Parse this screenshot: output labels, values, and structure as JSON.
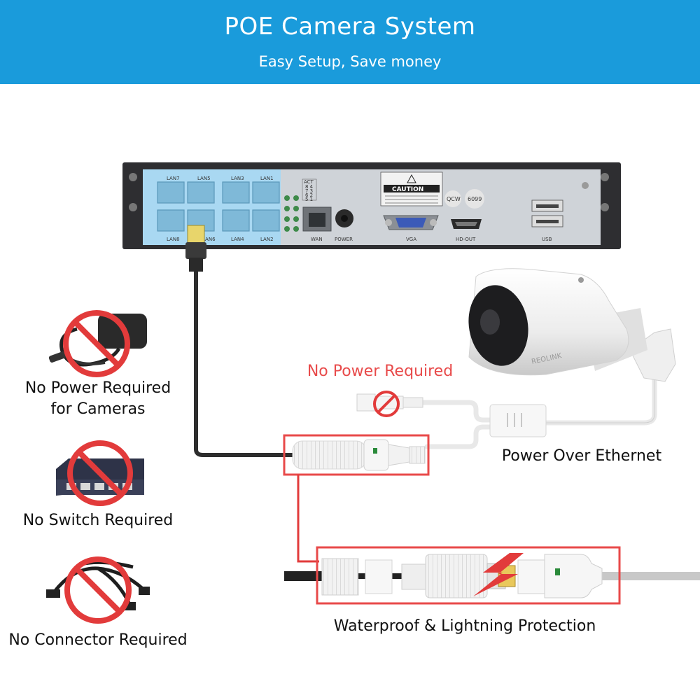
{
  "header": {
    "title": "POE Camera System",
    "subtitle": "Easy Setup, Save money"
  },
  "nvr": {
    "lan_top": [
      "LAN7",
      "LAN5",
      "LAN3",
      "LAN1"
    ],
    "lan_bottom": [
      "LAN8",
      "LAN6",
      "LAN4",
      "LAN2"
    ],
    "act_label": "ACT",
    "act_rows": [
      "8 4",
      "7 3",
      "6 2",
      "5 1"
    ],
    "wan_label": "WAN",
    "power_label": "POWER",
    "vga_label": "VGA",
    "hdout_label": "HD-OUT",
    "usb_label": "USB",
    "caution_label": "CAUTION",
    "badge_left": "QCW",
    "badge_right": "6099"
  },
  "camera": {
    "brand": "REOLINK"
  },
  "left_items": [
    {
      "label": "No Power Required\nfor Cameras",
      "icon": "power-adapter-icon"
    },
    {
      "label": "No Switch Required",
      "icon": "network-switch-icon"
    },
    {
      "label": "No Connector Required",
      "icon": "splitter-cable-icon"
    }
  ],
  "callouts": {
    "no_power": "No Power Required",
    "poe": "Power Over Ethernet",
    "waterproof": "Waterproof & Lightning Protection"
  },
  "colors": {
    "header_bg": "#1a9bdb",
    "highlight": "#e84a4a",
    "lan_panel": "#a9d8f2",
    "prohibit": "#e23b3b"
  }
}
